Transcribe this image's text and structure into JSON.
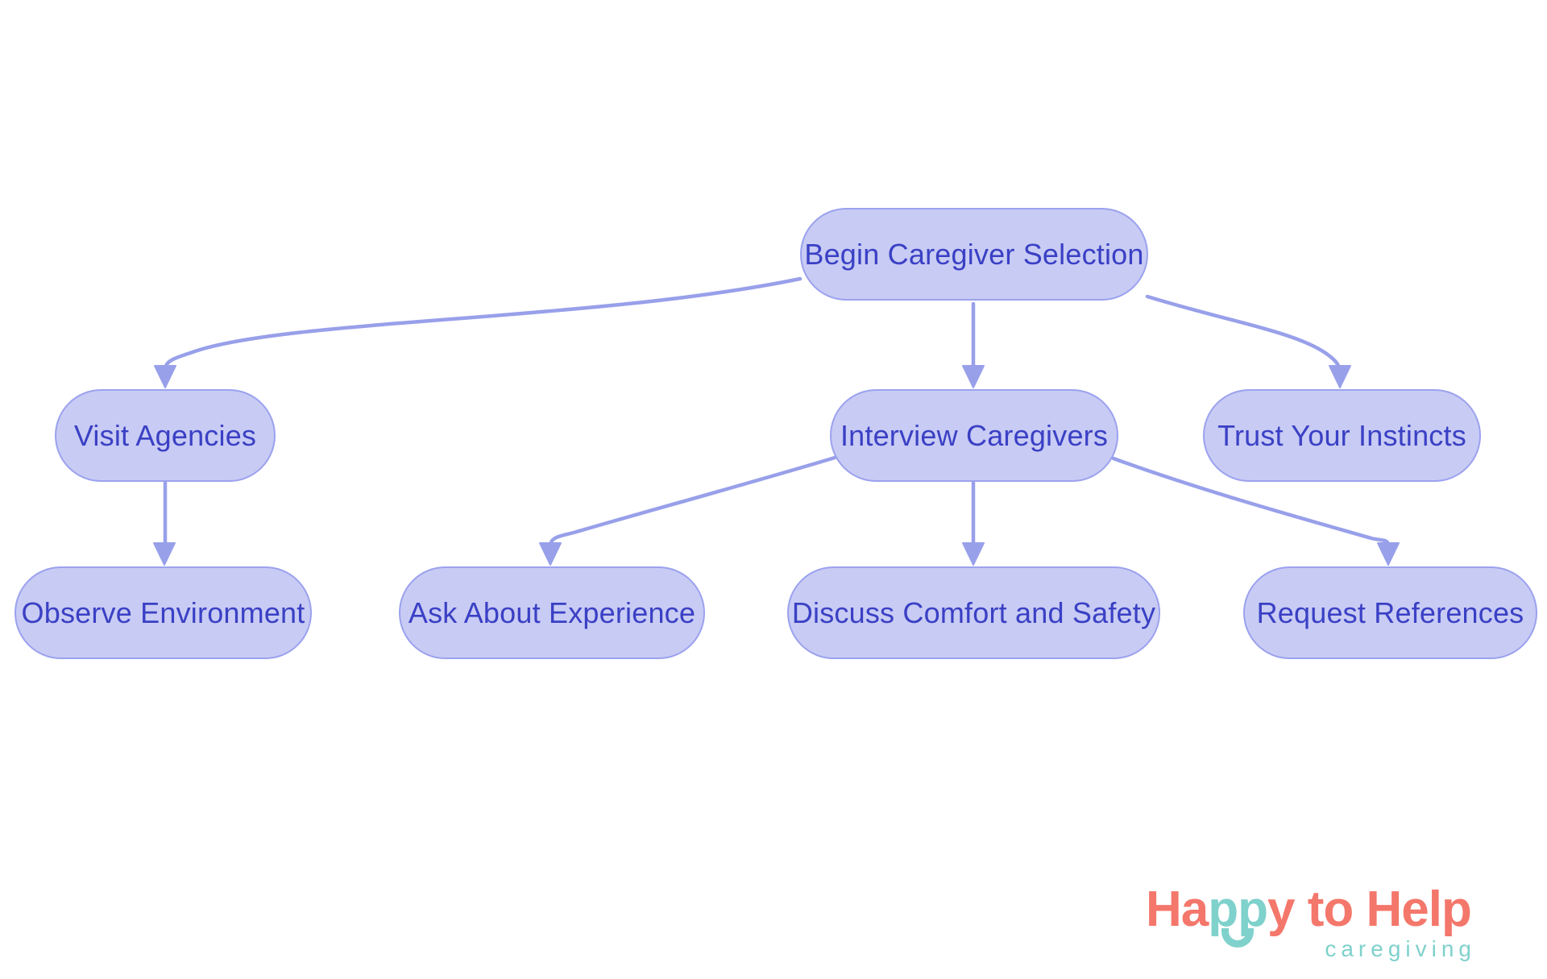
{
  "flowchart": {
    "nodes": [
      {
        "id": "begin",
        "label": "Begin Caregiver Selection"
      },
      {
        "id": "visit",
        "label": "Visit Agencies"
      },
      {
        "id": "interview",
        "label": "Interview Caregivers"
      },
      {
        "id": "trust",
        "label": "Trust Your Instincts"
      },
      {
        "id": "observe",
        "label": "Observe Environment"
      },
      {
        "id": "ask",
        "label": "Ask About Experience"
      },
      {
        "id": "discuss",
        "label": "Discuss Comfort and Safety"
      },
      {
        "id": "request",
        "label": "Request References"
      }
    ],
    "edges": [
      {
        "from": "begin",
        "to": "visit"
      },
      {
        "from": "begin",
        "to": "interview"
      },
      {
        "from": "begin",
        "to": "trust"
      },
      {
        "from": "visit",
        "to": "observe"
      },
      {
        "from": "interview",
        "to": "ask"
      },
      {
        "from": "interview",
        "to": "discuss"
      },
      {
        "from": "interview",
        "to": "request"
      }
    ],
    "colors": {
      "node_fill": "#c8cbf4",
      "node_border": "#9ba2ee",
      "node_text": "#3a40c4",
      "edge": "#98a0ea"
    }
  },
  "logo": {
    "brand_part1": "Ha",
    "brand_part2": "pp",
    "brand_part3": "y to Help",
    "tagline": "caregiving",
    "colors": {
      "coral": "#f4776b",
      "teal": "#7fd1cc"
    }
  }
}
